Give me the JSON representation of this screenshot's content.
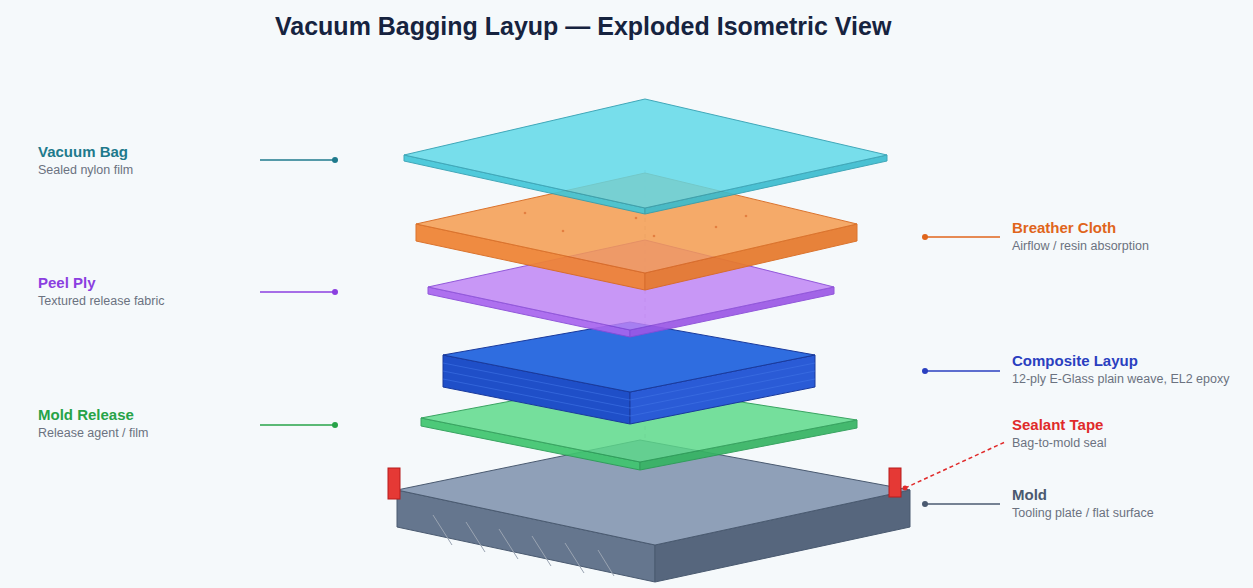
{
  "diagram": {
    "title": "Vacuum Bagging Layup — Exploded Isometric View",
    "labels": [
      "Vacuum Bag",
      "Sealed nylon film",
      "Breather Cloth",
      "Airflow / resin absorption",
      "Peel Ply",
      "Textured release fabric",
      "Composite Layup",
      "12-ply E-Glass plain weave, EL2 epoxy",
      "Mold Release",
      "Release agent / film",
      "Sealant Tape",
      "Bag-to-mold seal",
      "Mold",
      "Tooling plate / flat surface"
    ]
  }
}
